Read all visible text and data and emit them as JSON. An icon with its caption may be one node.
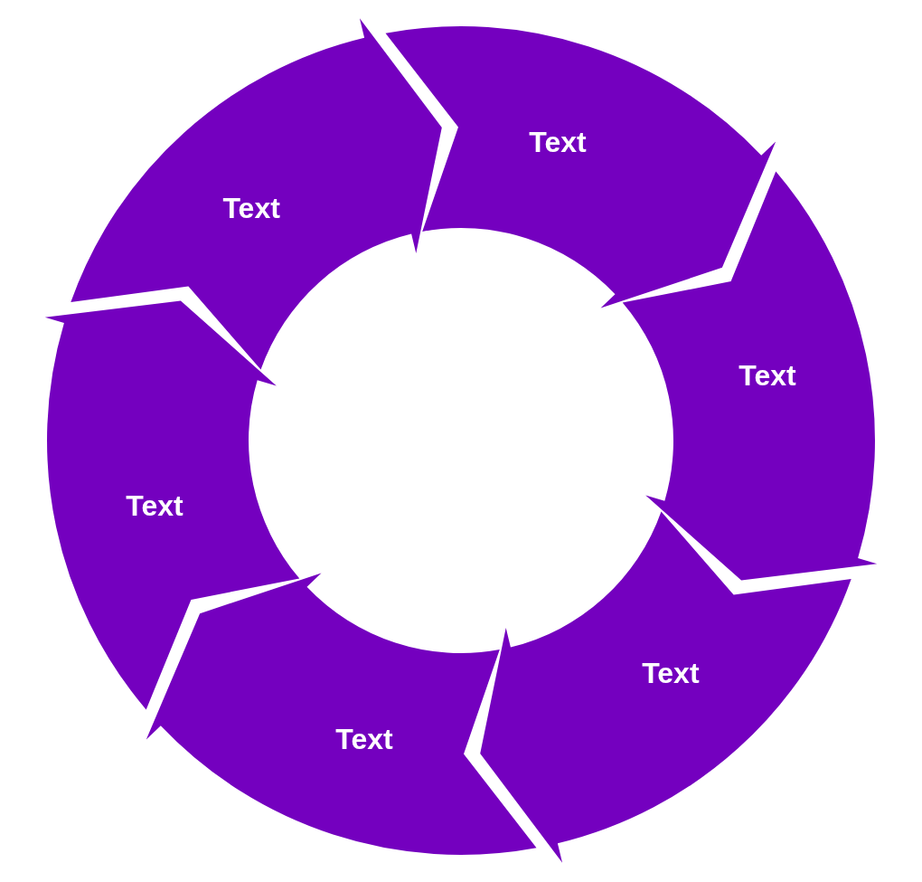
{
  "diagram": {
    "nodes": [
      {
        "text": [
          "Text"
        ]
      },
      {
        "text": [
          "Text"
        ]
      },
      {
        "text": [
          "Text"
        ]
      },
      {
        "text": [
          "Text"
        ]
      },
      {
        "text": [
          "Text"
        ]
      },
      {
        "text": [
          "Text"
        ]
      }
    ]
  }
}
